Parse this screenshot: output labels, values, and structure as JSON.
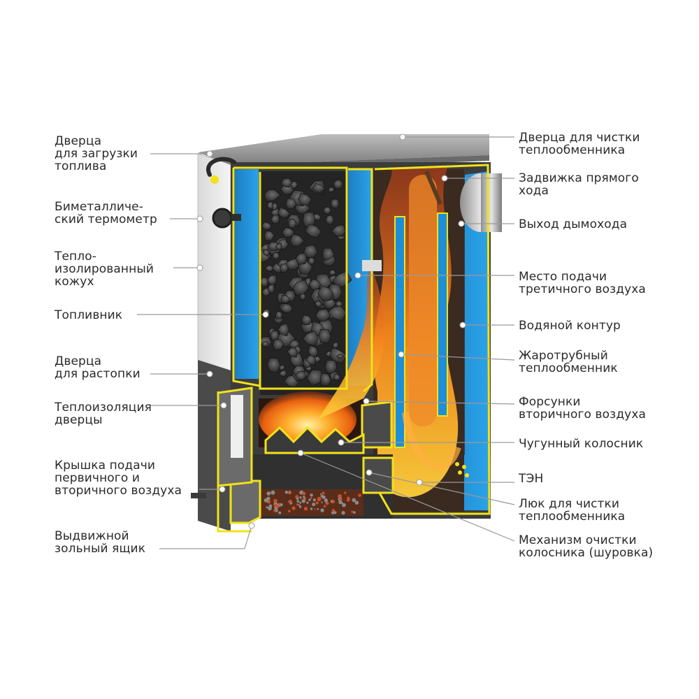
{
  "labels": {
    "loading_door": "Дверца\nдля загрузки\nтоплива",
    "thermometer": "Биметалличе-\nский термометр",
    "insulated_casing": "Тепло-\nизолированный\nкожух",
    "fuel_chamber": "Топливник",
    "ignition_door": "Дверца\nдля растопки",
    "door_insulation": "Теплоизоляция\nдверцы",
    "air_cover": "Крышка подачи\nпервичного и\nвторичного воздуха",
    "ash_drawer": "Выдвижной\nзольный ящик",
    "exchanger_cleaning_door": "Дверца для чистки\nтеплообменника",
    "direct_flow_damper": "Задвижка прямого\nхода",
    "flue_outlet": "Выход дымохода",
    "tertiary_air": "Место подачи\nтретичного воздуха",
    "water_circuit": "Водяной контур",
    "fire_tube_exchanger": "Жаротрубный\nтеплообменник",
    "secondary_air_nozzles": "Форсунки\nвторичного воздуха",
    "cast_iron_grate": "Чугунный колосник",
    "heating_element": "ТЭН",
    "exchanger_cleaning_hatch": "Люк для чистки\nтеплообменника",
    "grate_cleaning_mechanism": "Механизм очистки\nколосника (шуровка)"
  },
  "colors": {
    "water": "#1e8fd6",
    "steel_outline": "#f2e21a",
    "casing": "#e9e9e9",
    "dark_steel": "#5c5c5c",
    "fire": "#f28a1a",
    "coal": "#2b2b2b",
    "leader": "#9a9a9a"
  }
}
